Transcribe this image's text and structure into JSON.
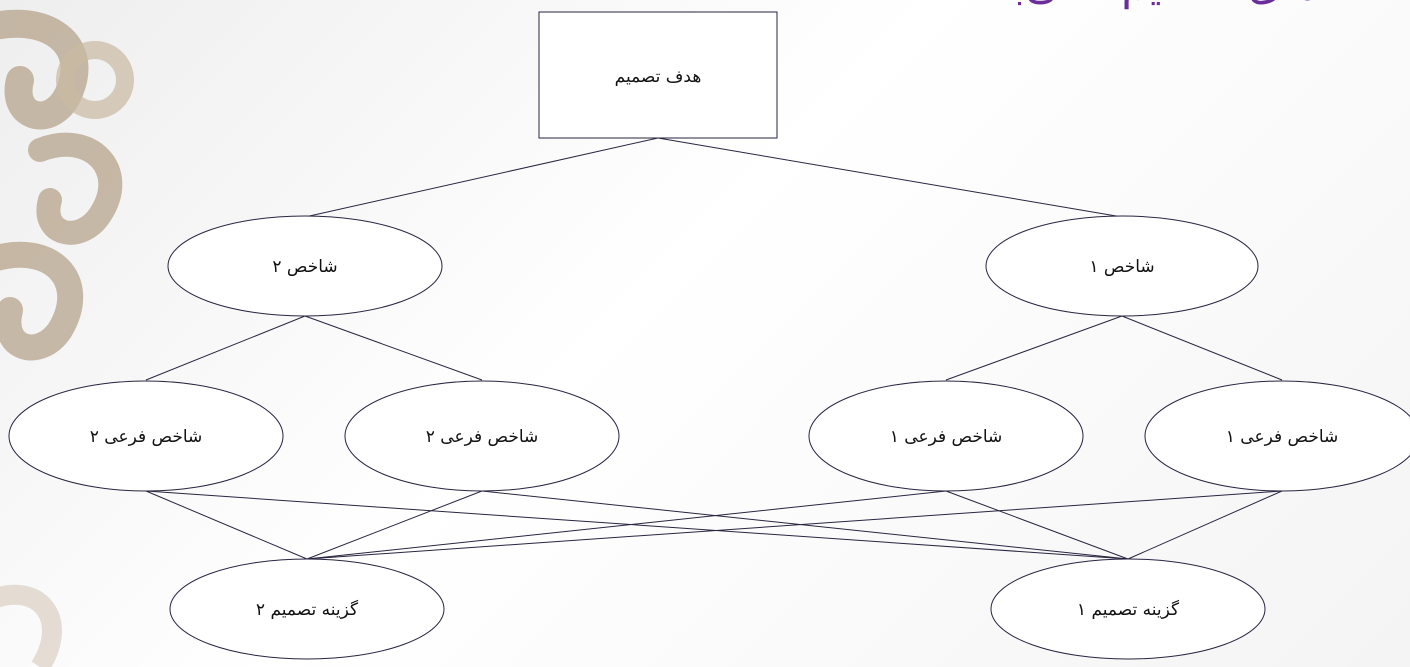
{
  "heading": "‌های تصمیم» می‌باشد.",
  "nodes": {
    "goal": "هدف تصمیم",
    "criterion_2": "شاخص ۲",
    "criterion_1": "شاخص ۱",
    "sub_2a": "شاخص فرعی ۲",
    "sub_2b": "شاخص فرعی ۲",
    "sub_1a": "شاخص فرعی ۱",
    "sub_1b": "شاخص فرعی ۱",
    "alternative_2": "گزینه تصمیم ۲",
    "alternative_1": "گزینه تصمیم ۱"
  },
  "colors": {
    "heading": "#6a2d9a",
    "stroke": "#2a2440",
    "decoration": "#b7a48c"
  }
}
